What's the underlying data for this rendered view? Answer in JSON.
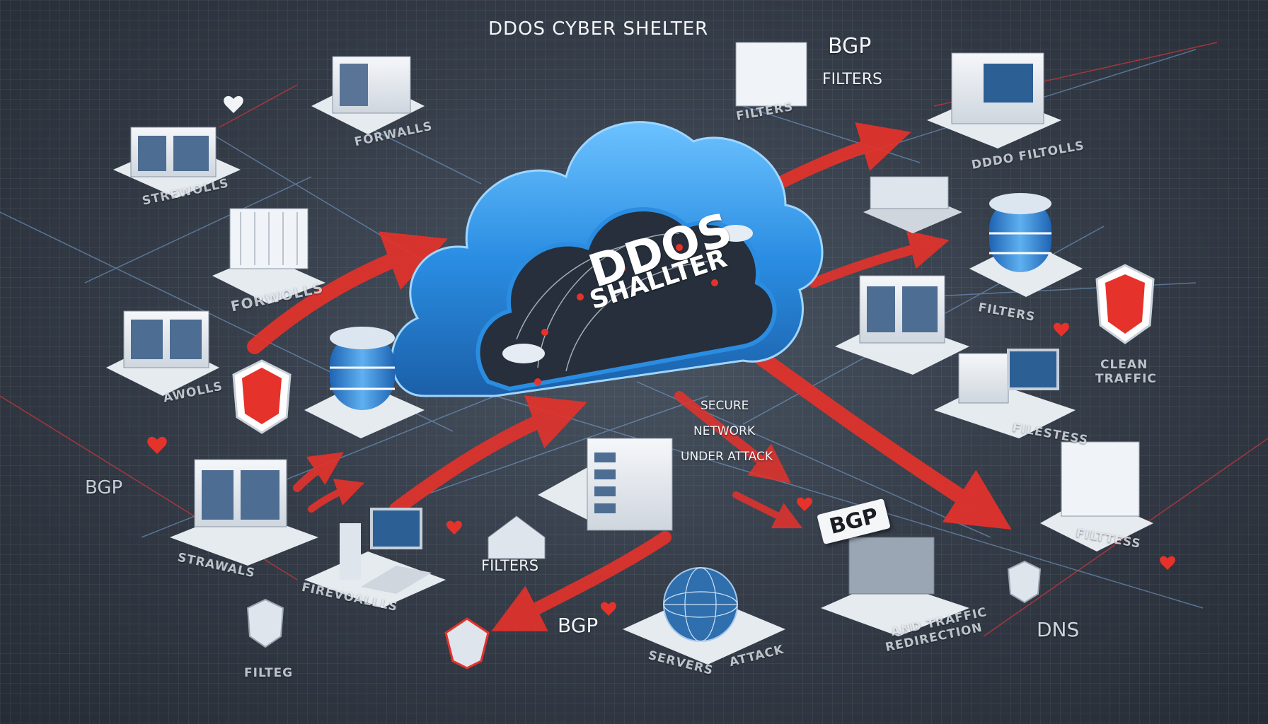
{
  "title": "DDOS CYBER SHELTER",
  "cloud": {
    "line1": "DDOS",
    "line2": "SHALLTER"
  },
  "labels": {
    "bgp_top": "BGP",
    "filters_top": "FILTERS",
    "filters_mid_top": "FILTERS",
    "firewalls_top": "FORWALLS",
    "firewalls_left": "STREWOLLS",
    "firewalls_left2": "FORWOLLS",
    "firewalls_left3": "AWOLLS",
    "ddos_filtolls": "DDDO FILTOLLS",
    "secure_line1": "SECURE",
    "secure_line2": "NETWORK",
    "secure_line3": "UNDER ATTACK",
    "bgp_badge": "BGP",
    "bgp_left": "BGP",
    "filters_center": "FILTERS",
    "bgp_bottom": "BGP",
    "clean_line1": "CLEAN",
    "clean_line2": "TRAFFIC",
    "dns": "DNS",
    "filteg": "FILTEG",
    "firewalls_bottom": "FIREVOALLLS",
    "attack": "ATTACK",
    "fileltess": "FILESTESS",
    "filtess_right": "FILTTESS",
    "redirection1": "AND TRAFFIC",
    "redirection2": "REDIRECTION",
    "servers_left": "STRAWALS",
    "servers_mid": "FILTERS",
    "bottom_mid": "SERVERS"
  },
  "colors": {
    "accent_blue": "#2f8fe0",
    "attack_red": "#e5322b",
    "node_white": "#e9edf2"
  }
}
